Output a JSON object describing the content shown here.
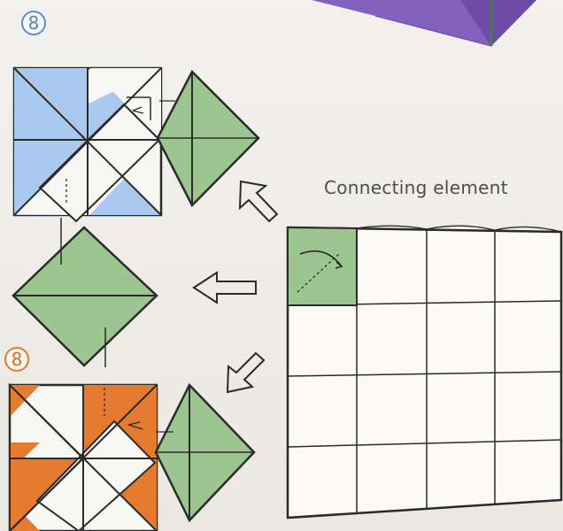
{
  "steps": {
    "top_step_number": "8",
    "bottom_step_number": "8"
  },
  "caption": {
    "connecting_element": "Connecting element"
  },
  "colors": {
    "blue_paper": "#a9c9ef",
    "orange_paper": "#e67a2e",
    "green_paper": "#9cc58f",
    "outline": "#2b2b2b",
    "background": "#efece7",
    "purple_object": "#7d57b8"
  },
  "icons": [
    "arrow-up-left-icon",
    "arrow-left-icon",
    "arrow-down-left-icon",
    "fold-arrow-icon"
  ]
}
